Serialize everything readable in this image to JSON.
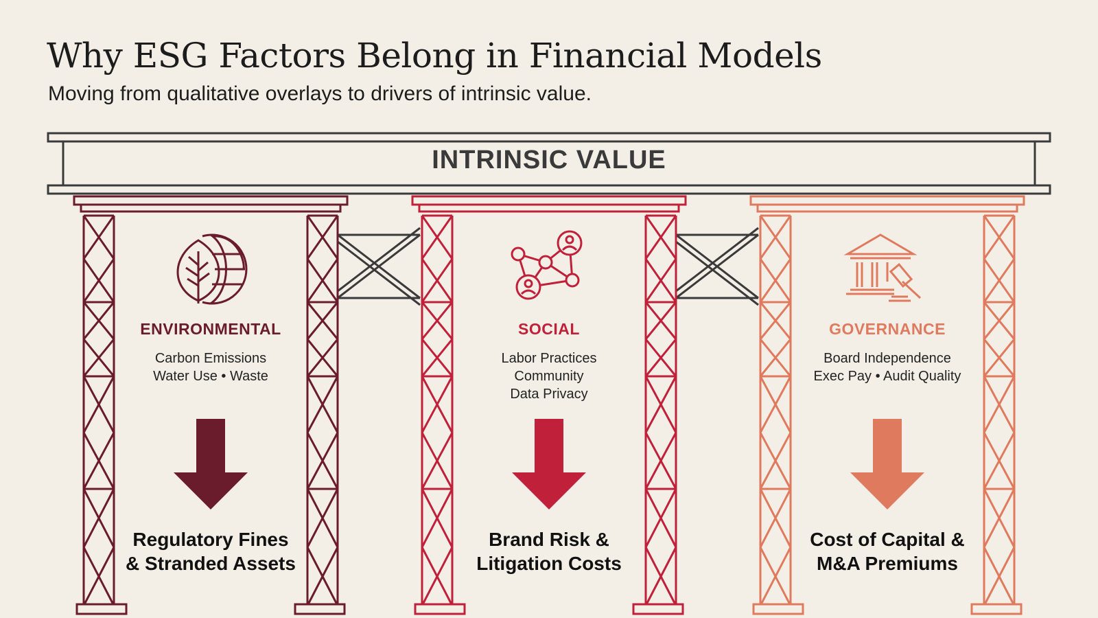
{
  "header": {
    "title": "Why ESG Factors Belong in Financial Models",
    "subtitle": "Moving from qualitative overlays to drivers of intrinsic value."
  },
  "beam": {
    "label": "INTRINSIC VALUE"
  },
  "colors": {
    "background": "#f3efe6",
    "beam": "#3a3a3a",
    "environmental": "#6a1b2c",
    "social": "#c0203a",
    "governance": "#e07a5f"
  },
  "pillars": [
    {
      "name": "ENVIRONMENTAL",
      "icon": "leaf-globe-icon",
      "factors": [
        "Carbon Emissions",
        "Water Use • Waste"
      ],
      "outcome": [
        "Regulatory Fines",
        "& Stranded Assets"
      ]
    },
    {
      "name": "SOCIAL",
      "icon": "network-people-icon",
      "factors": [
        "Labor Practices",
        "Community",
        "Data Privacy"
      ],
      "outcome": [
        "Brand Risk &",
        "Litigation Costs"
      ]
    },
    {
      "name": "GOVERNANCE",
      "icon": "courthouse-gavel-icon",
      "factors": [
        "Board Independence",
        "Exec Pay • Audit Quality"
      ],
      "outcome": [
        "Cost of Capital &",
        "M&A Premiums"
      ]
    }
  ]
}
